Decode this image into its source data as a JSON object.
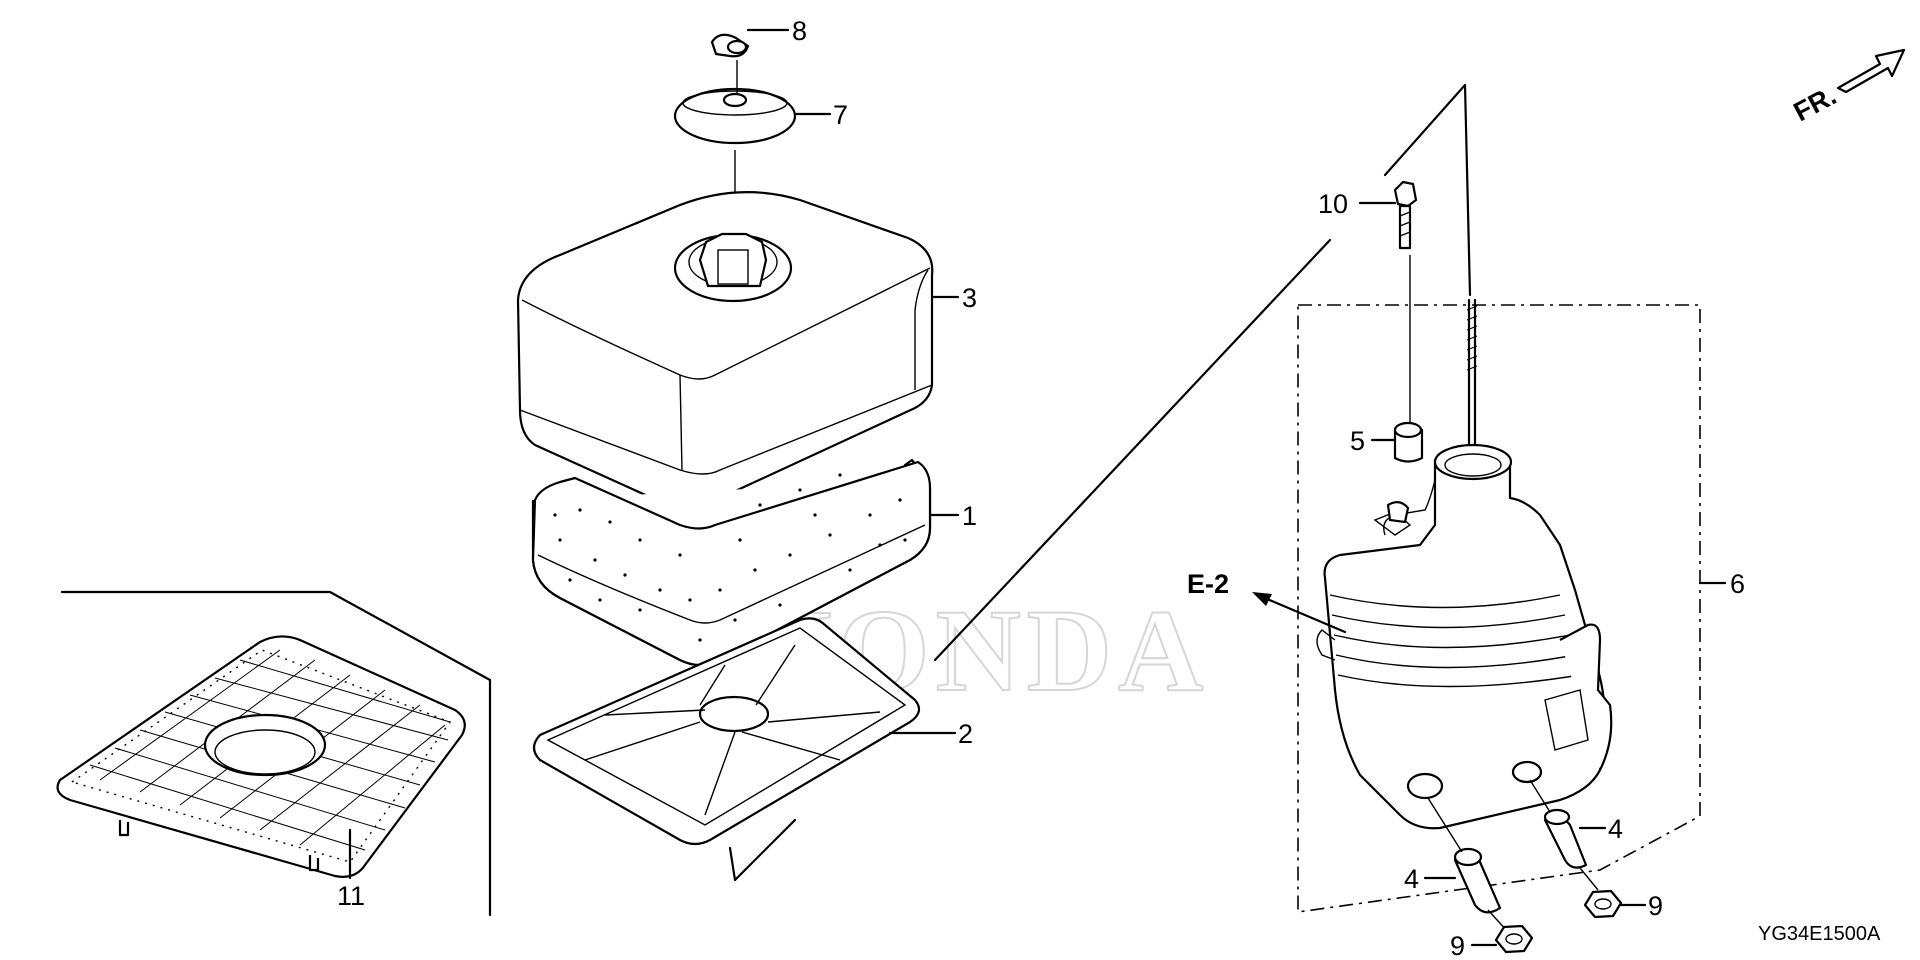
{
  "diagram": {
    "watermark": "HONDA",
    "direction_label": "FR.",
    "reference_label": "E-2",
    "drawing_code": "YG34E1500A",
    "callouts": {
      "c1": "1",
      "c2": "2",
      "c3": "3",
      "c4a": "4",
      "c4b": "4",
      "c5": "5",
      "c6": "6",
      "c7": "7",
      "c8": "8",
      "c9a": "9",
      "c9b": "9",
      "c10": "10",
      "c11": "11"
    }
  }
}
